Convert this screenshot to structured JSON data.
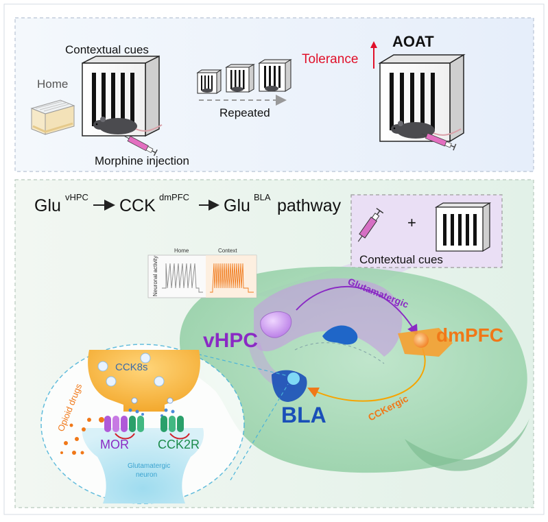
{
  "top_panel": {
    "home_label": "Home",
    "contextual_cues_label": "Contextual cues",
    "morphine_label": "Morphine injection",
    "repeated_label": "Repeated",
    "tolerance_label": "Tolerance",
    "aoat_label": "AOAT"
  },
  "pathway": {
    "glu": "Glu",
    "glu_sup": "vHPC",
    "cck": "CCK",
    "cck_sup": "dmPFC",
    "glu2": "Glu",
    "glu2_sup": "BLA",
    "word": "pathway"
  },
  "callout": {
    "plus": "+",
    "contextual_cues_label": "Contextual cues"
  },
  "activity": {
    "home_label": "Home",
    "context_label": "Context",
    "ylabel": "Neuronal activity"
  },
  "brain": {
    "vhpc_label": "vHPC",
    "dmpfc_label": "dmPFC",
    "bla_label": "BLA",
    "glutamatergic_label": "Glutamatergic",
    "cckergic_label": "CCKergic"
  },
  "synapse": {
    "cck8s_label": "CCK8s",
    "opioid_label": "Opioid drugs",
    "mor_label": "MOR",
    "cck2r_label": "CCK2R",
    "neuron_label_line1": "Glutamatergic",
    "neuron_label_line2": "neuron"
  },
  "colors": {
    "purple": "#8a2ac4",
    "orange": "#f07818",
    "blue_bla": "#1a4fb8",
    "red_tolerance": "#e0102a",
    "green_cck2r": "#1a8a4a"
  }
}
